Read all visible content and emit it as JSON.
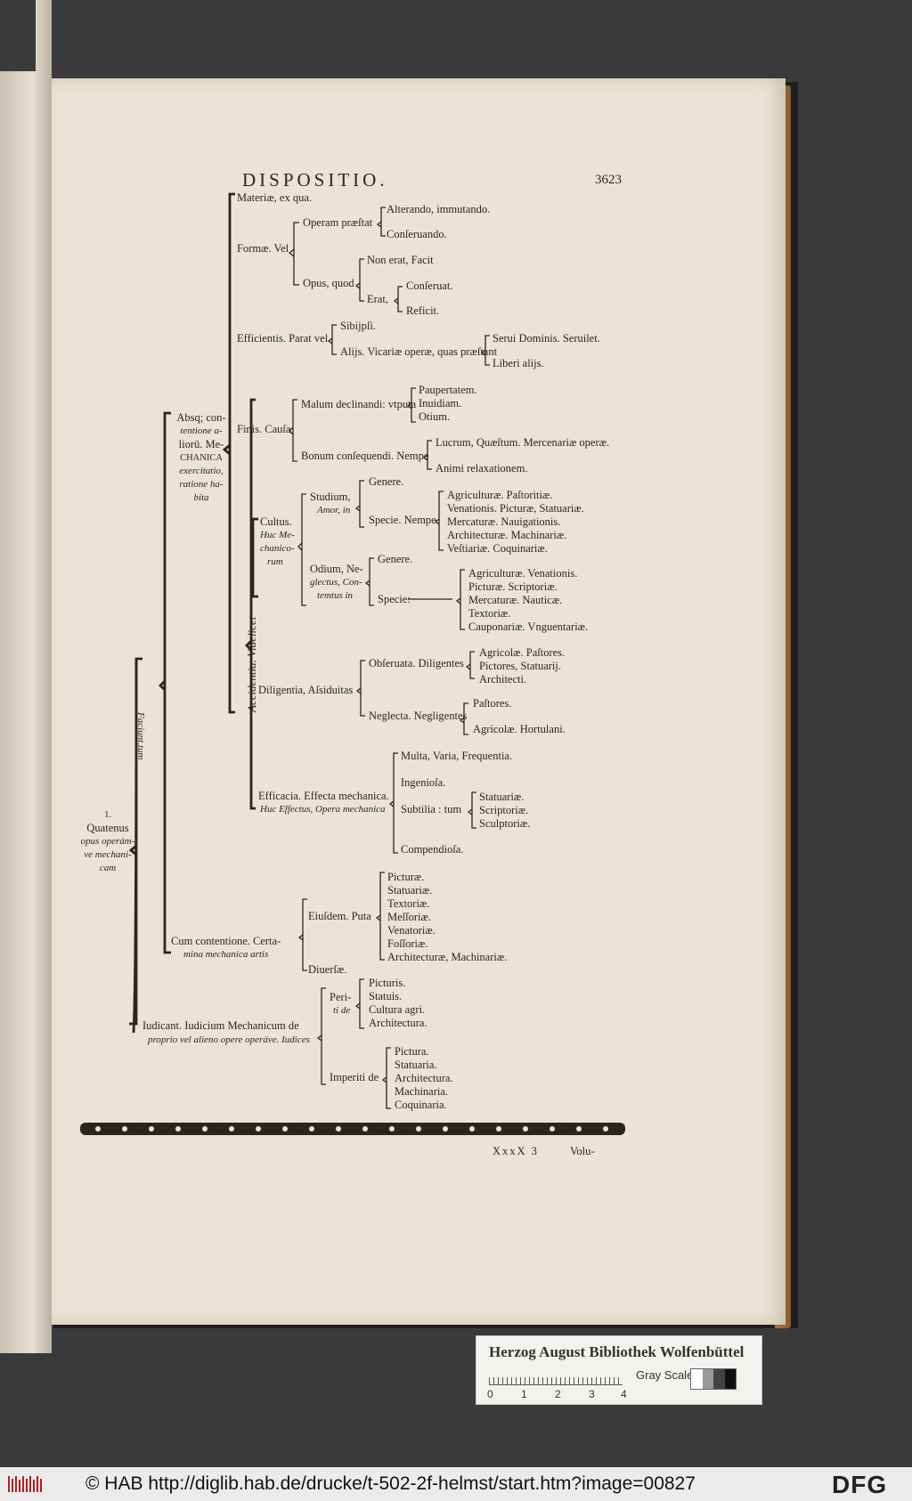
{
  "book_page": {
    "title": "DISPOSITIO.",
    "page_number": "3623",
    "signature": "XxxX 3",
    "catchword": "Volu-"
  },
  "tree": {
    "root": [
      "1.",
      "Quatenus",
      "opus operám-",
      "ve mechani-",
      "cam"
    ],
    "faciunt": "Faciunt,tum",
    "absq": [
      "Absq; con-",
      "tentione a-",
      "liorū. Me-",
      "CHANICA",
      "exercitatio,",
      "ratione ha-",
      "bita"
    ],
    "materiae": "Materiæ, ex qua.",
    "formae": "Formæ. Vel",
    "operam_praestat": "Operam præſtat",
    "alterando": "Alterando, immutando.",
    "conseruando": "Conſeruando.",
    "opus_quod": "Opus, quod",
    "non_erat": "Non erat, Facit",
    "erat": "Erat,",
    "conseruat": "Conſeruat.",
    "reficit": "Reficit.",
    "efficientis": "Efficientis. Parat vel",
    "sibiipsi": "Sibijpſi.",
    "alijs": "Alijs. Vicariæ operæ, quas præſtant",
    "serui": "Serui Dominis. Seruilet.",
    "liberi": "Liberi alijs.",
    "accidentia": "Accidentia. Videlicet",
    "finis": "Finis. Cauſa",
    "malum": "Malum declinandi: vtputa",
    "paupertatem": "Paupertatem.",
    "inuidiam": "Inuidiam.",
    "otium": "Otium.",
    "bonum": "Bonum conſequendi. Nempe",
    "lucrum": "Lucrum, Quæſtum. Mercenariæ operæ.",
    "animi": "Animi relaxationem.",
    "cultus": [
      "Cultus.",
      "Huc Me-",
      "chanico-",
      "rum"
    ],
    "studium": [
      "Studium,",
      "Amor, in"
    ],
    "genere1": "Genere.",
    "specie_nempe": "Specie. Nempe",
    "specie1_list": [
      "Agriculturæ.  Paſtoritiæ.",
      "Venationis.  Picturæ, Statuariæ.",
      "Mercaturæ.  Nauigationis.",
      "Architecturæ.  Machinariæ.",
      "Veſtiariæ.  Coquinariæ."
    ],
    "odium": [
      "Odium, Ne-",
      "glectus, Con-",
      "temtus in"
    ],
    "genere2": "Genere.",
    "specie2": "Specie:",
    "specie2_list": [
      "Agriculturæ.  Venationis.",
      "Picturæ.  Scriptoriæ.",
      "Mercaturæ.  Nauticæ.",
      "Textoriæ.",
      "Cauponariæ.  Vnguentariæ."
    ],
    "diligentia": "Diligentia, Aſsiduitas",
    "obseruata": "Obſeruata. Diligentes",
    "obseruata_list": [
      "Agricolæ.  Paſtores.",
      "Pictores, Statuarij.",
      "Architecti."
    ],
    "neglecta": "Neglecta. Negligentes",
    "pastores": "Paſtores.",
    "agricolae_hortulani": "Agricolæ.  Hortulani.",
    "efficacia": "Efficacia. Effecta mechanica.",
    "efficacia2": "Huc Effectus, Opera mechanica",
    "multa": "Multa, Varia, Frequentia.",
    "ingeniosa": "Ingenioſa.",
    "subtilia": "Subtilia : tum",
    "subtilia_list": [
      "Statuariæ.",
      "Scriptoriæ.",
      "Sculptoriæ."
    ],
    "compendiosa": "Compendioſa.",
    "cum_contentione": [
      "Cum contentione. Certa-",
      "mina mechanica artis"
    ],
    "eiusdem": "Eiuſdem. Puta",
    "eiusdem_list": [
      "Picturæ.",
      "Statuariæ.",
      "Textoriæ.",
      "Meſſoriæ.",
      "Venatoriæ.",
      "Foſſoriæ.",
      "Architecturæ, Machinariæ."
    ],
    "diuersae": "Diuerſæ.",
    "iudicant": [
      "Iudicant. Iudicium Mechanicum de",
      "proprio vel alieno opere operáve. Iudices"
    ],
    "periti": [
      "Peri-",
      "ti de"
    ],
    "periti_list": [
      "Picturis.",
      "Statuis.",
      "Cultura agri.",
      "Architectura."
    ],
    "imperiti": "Imperiti de",
    "imperiti_list": [
      "Pictura.",
      "Statuaria.",
      "Architectura.",
      "Machinaria.",
      "Coquinaria."
    ]
  },
  "library_label": {
    "name": "Herzog August Bibliothek Wolfenbüttel",
    "gray_scale": "Gray Scale",
    "ruler_numbers": [
      "0",
      "1",
      "2",
      "3",
      "4"
    ]
  },
  "footer": {
    "text": "© HAB http://diglib.hab.de/drucke/t-502-2f-helmst/start.htm?image=00827",
    "logo": "DFG"
  }
}
